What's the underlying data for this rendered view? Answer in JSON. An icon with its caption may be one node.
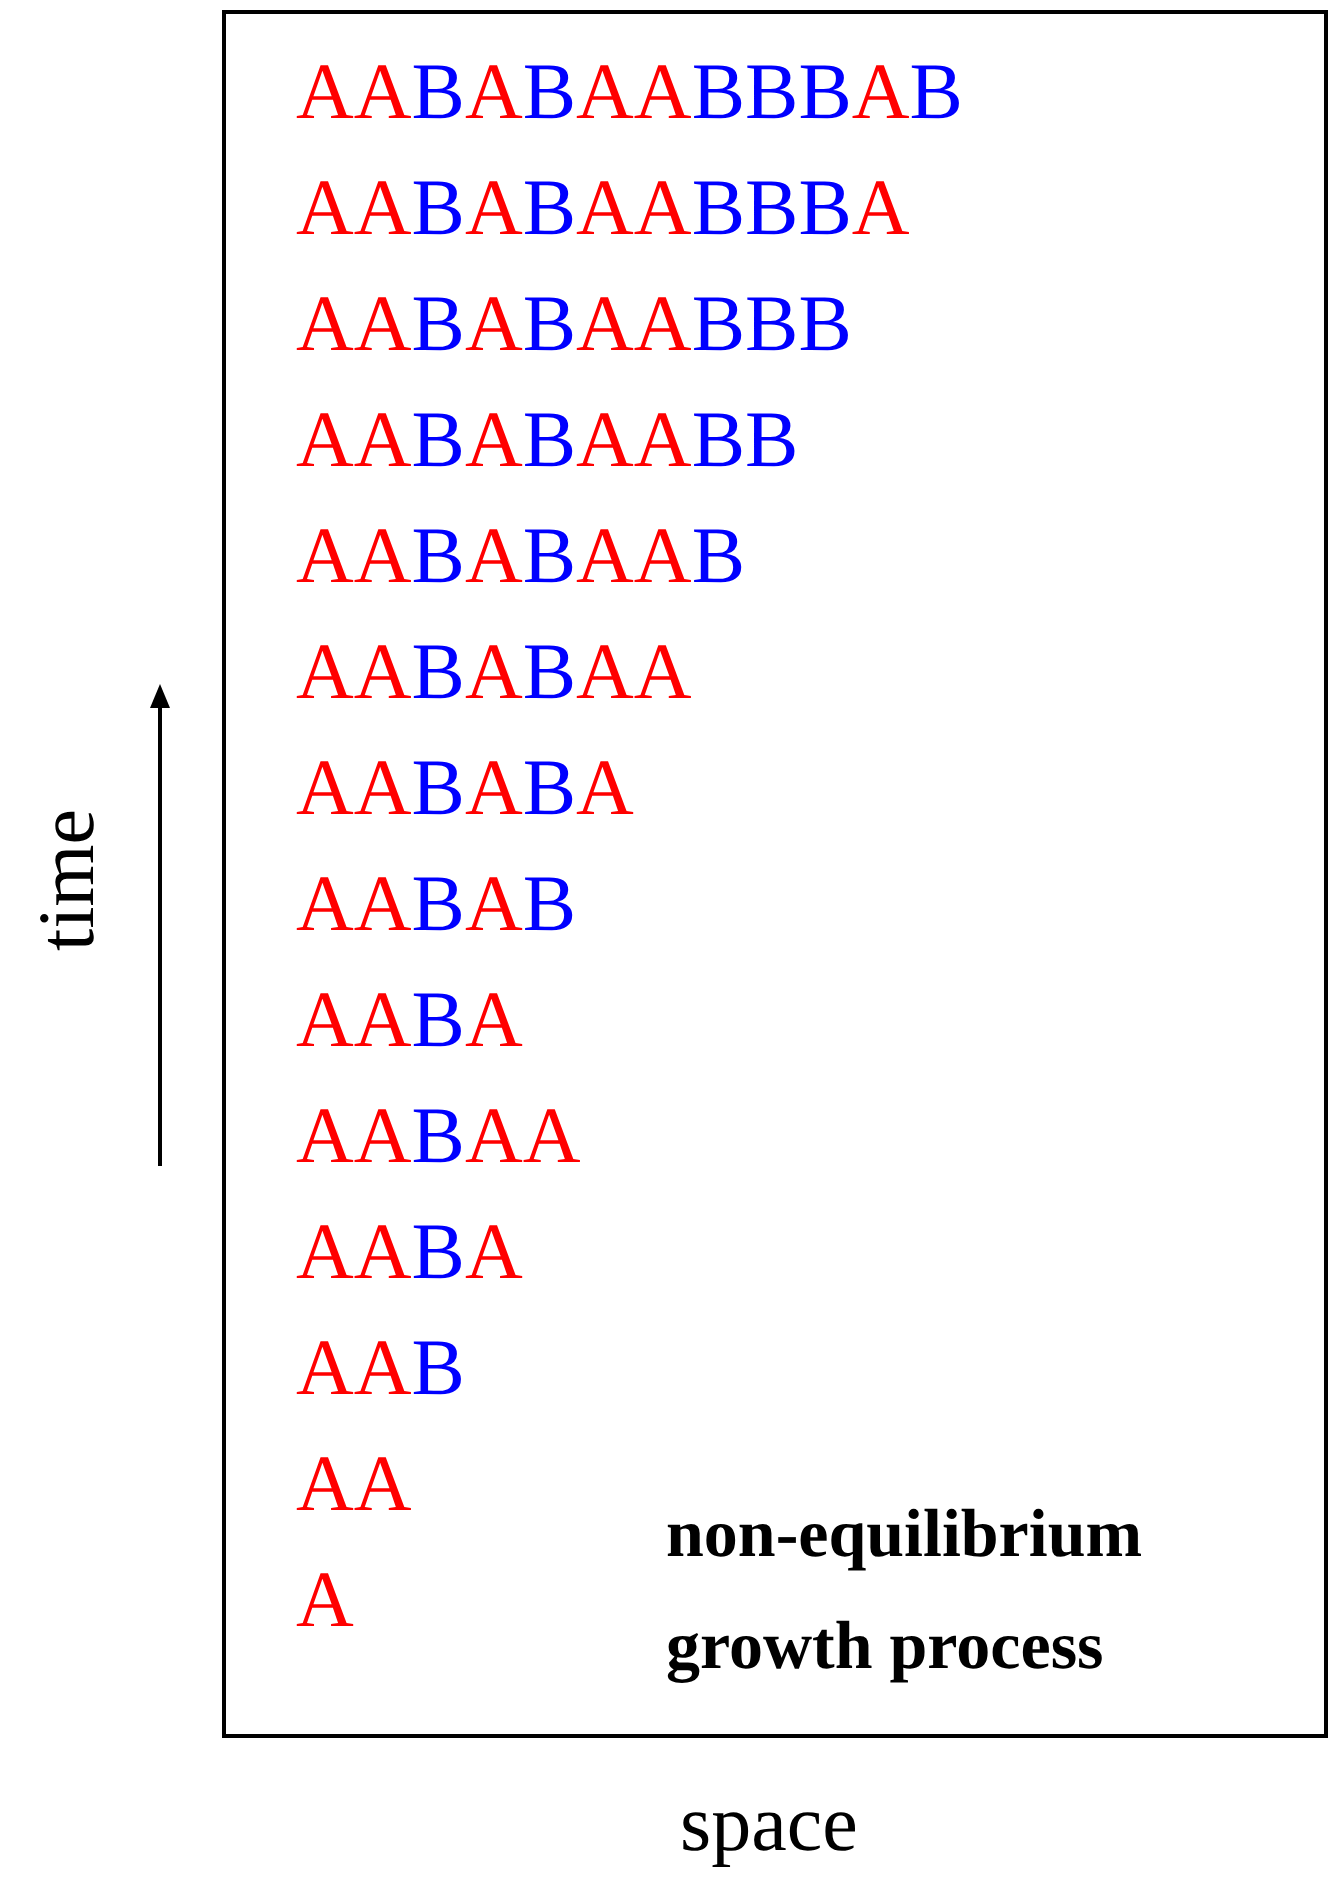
{
  "diagram": {
    "labels": [
      "AABABAABBBAB",
      "AABABAABBBA",
      "AABABAABBB",
      "AABABAABB",
      "AABABAAB",
      "AABABAA",
      "AABABA",
      "AABAB",
      "AABA",
      "AABAA",
      "AABA",
      "AAB",
      "AA",
      "A",
      "non-equilibrium growth process",
      "time",
      "space"
    ]
  }
}
